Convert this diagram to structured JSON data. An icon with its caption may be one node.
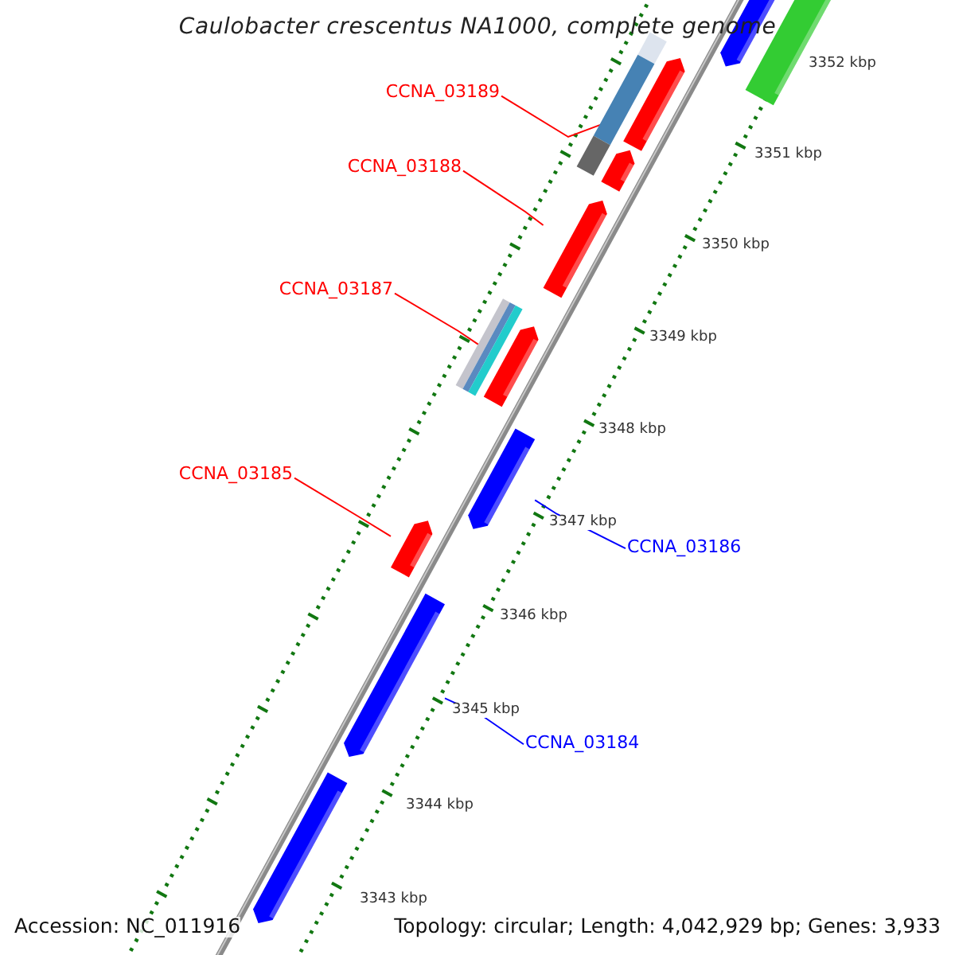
{
  "diagram": {
    "title": "Caulobacter crescentus NA1000, complete genome",
    "nodes": [
      {
        "text": [
          "CCNA_03189"
        ]
      },
      {
        "text": [],
        "shape": "bar"
      },
      {
        "text": [
          "CCNA_03188"
        ]
      },
      {
        "text": [],
        "shape": "bar"
      },
      {
        "text": [
          "CCNA_03187"
        ]
      },
      {
        "text": [],
        "shape": "bar"
      },
      {
        "text": [
          "CCNA_03185"
        ]
      },
      {
        "text": [],
        "shape": "bar"
      },
      {
        "text": [
          "CCNA_03186"
        ]
      },
      {
        "text": [],
        "shape": "bar"
      },
      {
        "text": [
          "CCNA_03184"
        ]
      },
      {
        "text": [],
        "shape": "bar"
      },
      {
        "text": [],
        "shape": "bar"
      },
      {
        "text": [],
        "shape": "bar"
      },
      {
        "text": [],
        "shape": "bar"
      },
      {
        "text": [],
        "shape": "bar"
      },
      {
        "text": [],
        "shape": "bar"
      },
      {
        "text": [],
        "shape": "bar"
      }
    ],
    "edges": [
      {
        "from": 0,
        "to": 1,
        "arrow": "none"
      },
      {
        "from": 2,
        "to": 3,
        "arrow": "none"
      },
      {
        "from": 4,
        "to": 5,
        "arrow": "none"
      },
      {
        "from": 6,
        "to": 7,
        "arrow": "none"
      },
      {
        "from": 8,
        "to": 9,
        "arrow": "none",
        "color": "#0000ff"
      },
      {
        "from": 10,
        "to": 11,
        "arrow": "none",
        "color": "#0000ff"
      }
    ],
    "labels": [
      "3352 kbp",
      "3351 kbp",
      "3350 kbp",
      "3349 kbp",
      "3348 kbp",
      "3347 kbp",
      "3346 kbp",
      "3345 kbp",
      "3344 kbp",
      "3343 kbp",
      "Accession: NC_011916",
      "Topology: circular; Length: 4,042,929 bp; Genes: 3,933"
    ]
  }
}
